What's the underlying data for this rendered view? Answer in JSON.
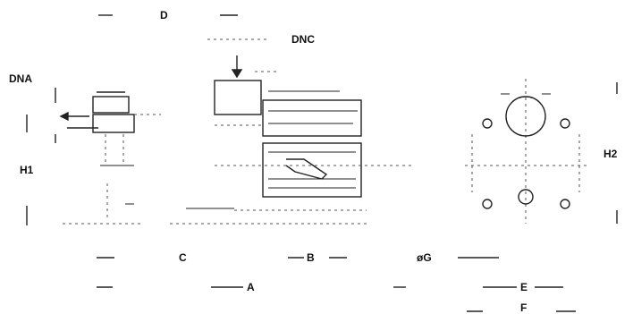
{
  "dimensions": {
    "D": "D",
    "DNC": "DNC",
    "DNA": "DNA",
    "H1": "H1",
    "H2": "H2",
    "C": "C",
    "B": "B",
    "A": "A",
    "G": "øG",
    "E": "E",
    "F": "F"
  }
}
